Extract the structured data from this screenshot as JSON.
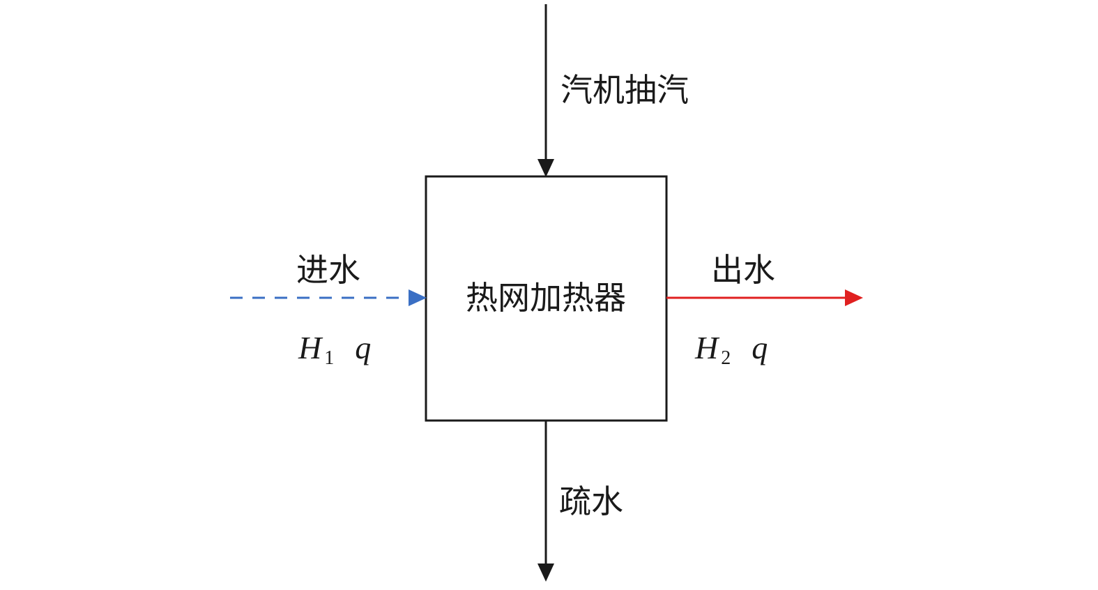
{
  "heater": {
    "label": "热网加热器"
  },
  "steam_in": {
    "label": "汽机抽汽"
  },
  "water_in": {
    "label": "进水",
    "enthalpy_symbol": "H",
    "enthalpy_subscript": "1",
    "flow_symbol": "q",
    "color": "#3a6fc4"
  },
  "water_out": {
    "label": "出水",
    "enthalpy_symbol": "H",
    "enthalpy_subscript": "2",
    "flow_symbol": "q",
    "color": "#e02020"
  },
  "drain": {
    "label": "疏水"
  },
  "line_color": "#1a1a1a"
}
